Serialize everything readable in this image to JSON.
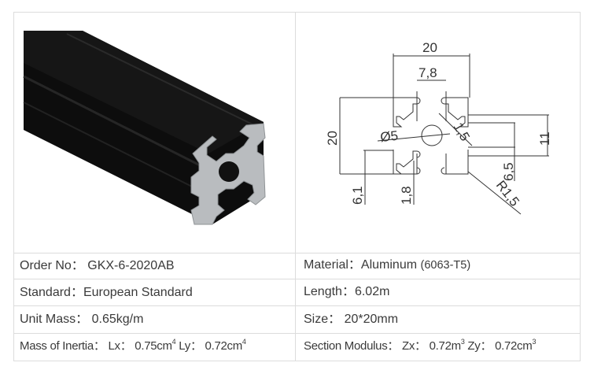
{
  "drawing": {
    "dims": {
      "width": "20",
      "slot_width": "7,8",
      "height": "20",
      "bore": "Ø5",
      "web": "1,5",
      "slot_span": "11",
      "slot_depth": "6,5",
      "lip_offset": "6,1",
      "lip": "1,8",
      "radius": "R1,5"
    }
  },
  "specs": {
    "order_no": {
      "label": "Order No：",
      "value": "GKX-6-2020AB"
    },
    "material": {
      "label": "Material：",
      "value": "Aluminum",
      "grade": "(6063-T5)"
    },
    "standard": {
      "label": "Standard：",
      "value": "European Standard"
    },
    "length": {
      "label": "Length：",
      "value": "6.02m"
    },
    "unit_mass": {
      "label": "Unit Mass：",
      "value": "0.65kg/m"
    },
    "size": {
      "label": "Size：",
      "value": "20*20mm"
    },
    "inertia": {
      "label": "Mass of Inertia：",
      "lx_label": "Lx：",
      "lx": "0.75cm",
      "ly_label": "Ly：",
      "ly": "0.72cm",
      "exp": "4"
    },
    "modulus": {
      "label": "Section Modulus：",
      "zx_label": "Zx：",
      "zx": "0.72m",
      "zy_label": "Zy：",
      "zy": "0.72cm",
      "exp": "3"
    }
  }
}
